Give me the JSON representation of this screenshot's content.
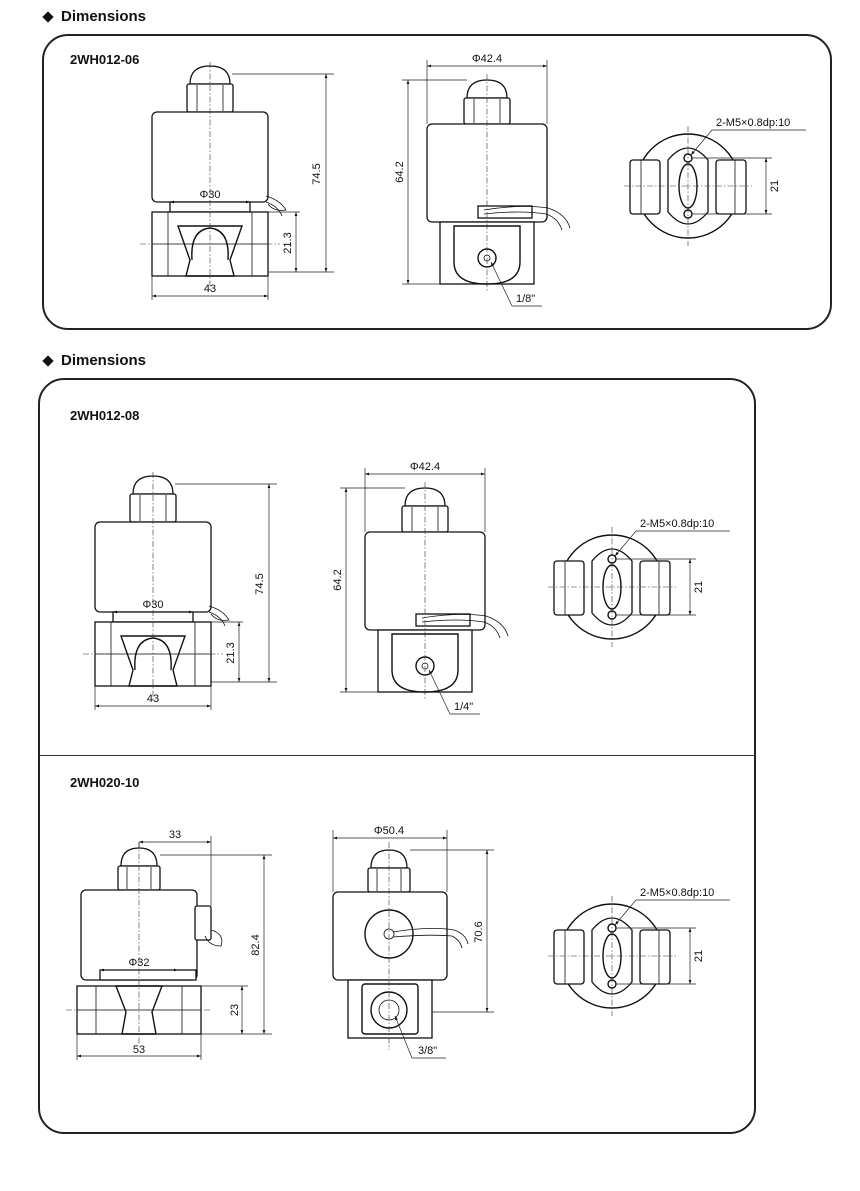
{
  "sections": [
    {
      "heading": "Dimensions",
      "models": [
        {
          "name": "2WH012-06",
          "front": {
            "height": "74.5",
            "coil_dia": "Φ30",
            "body_h": "21.3",
            "width": "43"
          },
          "side": {
            "coil_dia": "Φ42.4",
            "height": "64.2",
            "port": "1/8\""
          },
          "top": {
            "screw": "2-M5×0.8dp:10",
            "pitch": "21"
          }
        }
      ]
    },
    {
      "heading": "Dimensions",
      "models": [
        {
          "name": "2WH012-08",
          "front": {
            "height": "74.5",
            "coil_dia": "Φ30",
            "body_h": "21.3",
            "width": "43"
          },
          "side": {
            "coil_dia": "Φ42.4",
            "height": "64.2",
            "port": "1/4\""
          },
          "top": {
            "screw": "2-M5×0.8dp:10",
            "pitch": "21"
          }
        },
        {
          "name": "2WH020-10",
          "front": {
            "top_offset": "33",
            "height": "82.4",
            "coil_dia": "Φ32",
            "body_h": "23",
            "width": "53"
          },
          "side": {
            "coil_dia": "Φ50.4",
            "height": "70.6",
            "port": "3/8\""
          },
          "top": {
            "screw": "2-M5×0.8dp:10",
            "pitch": "21"
          }
        }
      ]
    }
  ]
}
